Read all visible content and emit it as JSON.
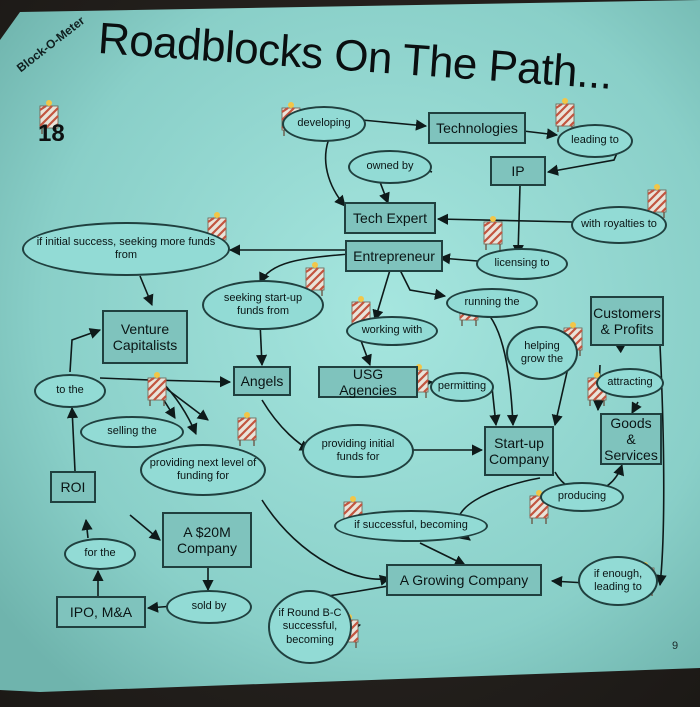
{
  "slide": {
    "title": "Roadblocks On The Path...",
    "badge": {
      "label": "Block-O-Meter",
      "number": "18"
    },
    "page_number": "9"
  },
  "concepts": {
    "technologies": "Technologies",
    "ip": "IP",
    "tech_expert": "Tech Expert",
    "entrepreneur": "Entrepreneur",
    "venture_capitalists": "Venture Capitalists",
    "angels": "Angels",
    "usg_agencies": "USG Agencies",
    "customers_profits": "Customers & Profits",
    "goods_services": "Goods & Services",
    "startup_company": "Start-up Company",
    "roi": "ROI",
    "twenty_m_company": "A $20M Company",
    "ipo": "IPO, M&A",
    "growing_company": "A Growing Company"
  },
  "links": {
    "developing": "developing",
    "leading_to": "leading to",
    "owned_by": "owned by",
    "with_royalties_to": "with royalties to",
    "initial_success": "if initial success, seeking more funds from",
    "licensing_to": "licensing to",
    "seeking_startup": "seeking start-up funds from",
    "running_the": "running the",
    "working_with": "working with",
    "helping_grow": "helping grow the",
    "to_the": "to the",
    "permitting": "permitting",
    "attracting": "attracting",
    "selling_the": "selling the",
    "providing_initial": "providing initial funds for",
    "providing_next": "providing next level of funding for",
    "producing": "producing",
    "for_the": "for the",
    "if_successful": "if successful, becoming",
    "if_enough": "if enough, leading to",
    "sold_by": "sold by",
    "round_bc": "if Round B-C successful, becoming"
  },
  "colors": {
    "slide_bg": "#8fd3cc",
    "box_fill": "#7fc3bd",
    "ellipse_fill": "#92dbd5",
    "line": "#0e1a1a"
  },
  "icons": [
    "roadblock-barricade-icon"
  ]
}
